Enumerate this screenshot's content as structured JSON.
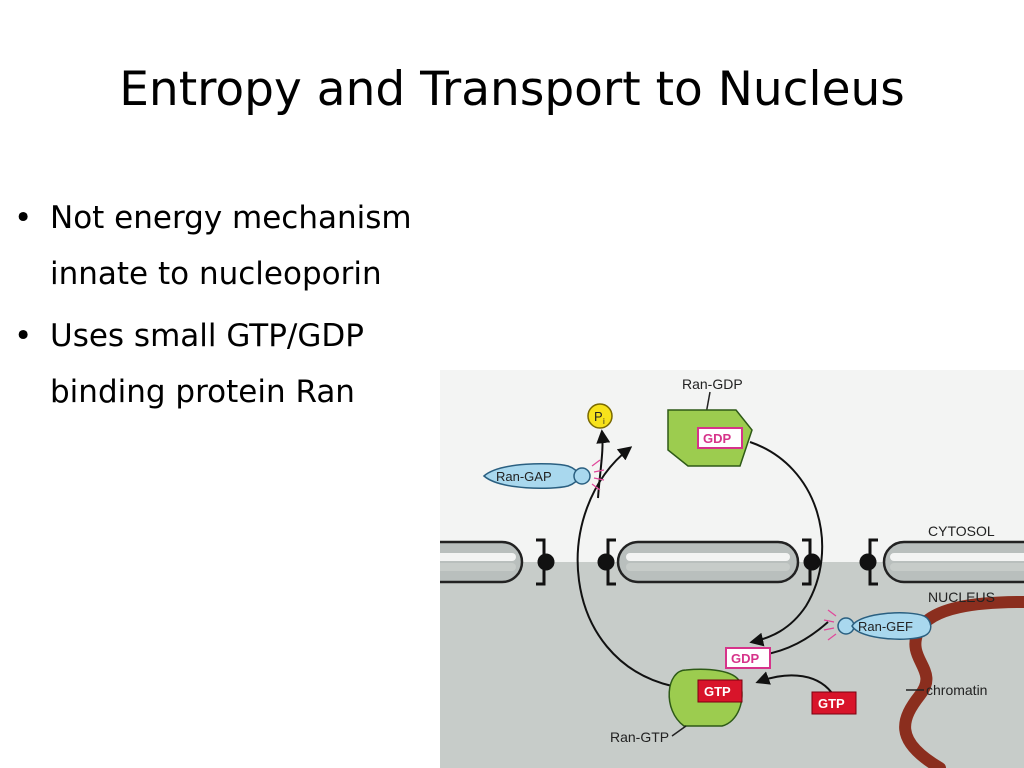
{
  "slide": {
    "title": "Entropy and Transport to Nucleus",
    "bullets": [
      {
        "lines": [
          "Not energy mechanism",
          "innate to nucleoporin"
        ]
      },
      {
        "lines": [
          "Uses small GTP/GDP",
          "binding protein Ran"
        ]
      }
    ]
  },
  "diagram": {
    "labels": {
      "ran_gdp": "Ran-GDP",
      "gdp_top": "GDP",
      "pi": "P",
      "pi_sub": "i",
      "ran_gap": "Ran-GAP",
      "cytosol": "CYTOSOL",
      "nucleus": "NUCLEUS",
      "ran_gef": "Ran-GEF",
      "gdp_bottom": "GDP",
      "gtp_bound": "GTP",
      "gtp_free": "GTP",
      "chromatin": "chromatin",
      "ran_gtp": "Ran-GTP"
    },
    "colors": {
      "ran_green": "#9ccc4f",
      "gap_gef_blue": "#a9d8ee",
      "gtp_red": "#d8142a",
      "gdp_pink": "#d6338a",
      "pi_yellow": "#f7e21b",
      "nucleus_gray": "#c7ccc9",
      "chromatin": "#8b2e1e"
    }
  }
}
